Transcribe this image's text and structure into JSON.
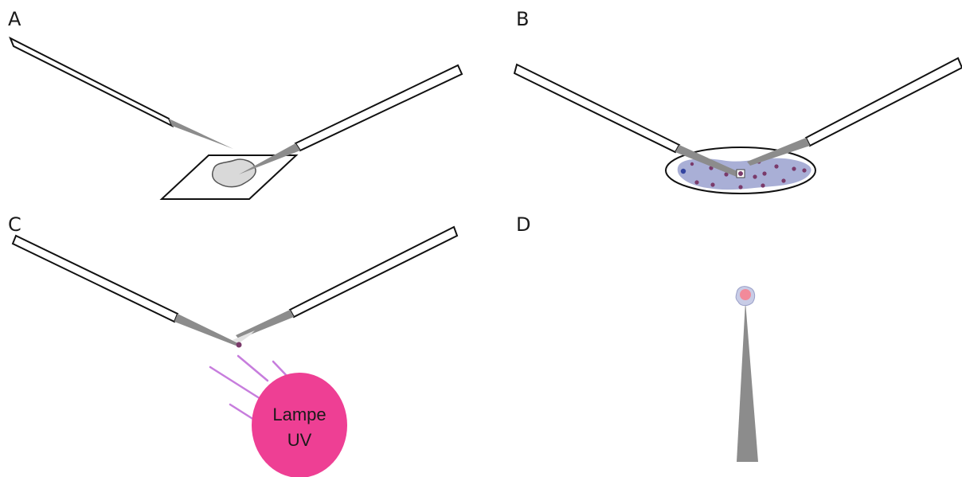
{
  "panels": {
    "a": {
      "label": "A"
    },
    "b": {
      "label": "B"
    },
    "c": {
      "label": "C",
      "lamp_line1": "Lampe",
      "lamp_line2": "UV"
    },
    "d": {
      "label": "D"
    }
  },
  "colors": {
    "tip": "#8c8c8c",
    "tissue": "#d9d9d9",
    "cell_layer": "#a9afd6",
    "cell_dot": "#7a3a6a",
    "cell_dot_blue": "#3344a0",
    "uv_lamp": "#ee3f94",
    "uv_rays": "#c77ddd",
    "picked_cell": "#f28a9a"
  }
}
